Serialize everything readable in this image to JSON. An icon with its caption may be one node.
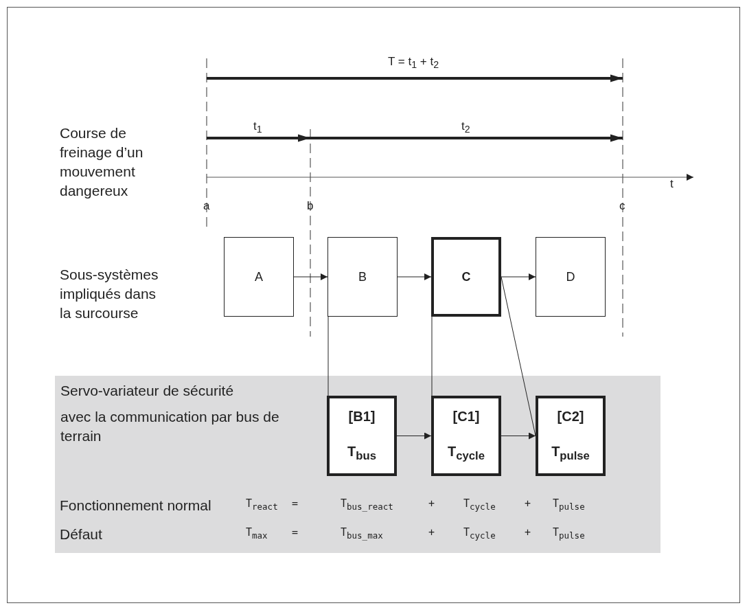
{
  "diagram": {
    "nodes": [
      {
        "text": [
          "A"
        ]
      },
      {
        "text": [
          "B"
        ]
      },
      {
        "text": [
          "C"
        ]
      },
      {
        "text": [
          "D"
        ]
      },
      {
        "text": [
          "Servo-variateur de sécurité",
          "avec la communication par bus de terrain"
        ]
      },
      {
        "text": [
          "[B1]",
          "T$_{bus}$"
        ],
        "in": 4
      },
      {
        "text": [
          "[C1]",
          "T$_{cycle}$"
        ],
        "in": 4
      },
      {
        "text": [
          "[C2]",
          "T$_{pulse}$"
        ],
        "in": 4
      }
    ],
    "edges": [
      {
        "from": 0,
        "to": 1,
        "arrow": "to"
      },
      {
        "from": 1,
        "to": 2,
        "arrow": "to"
      },
      {
        "from": 2,
        "to": 3,
        "arrow": "to"
      },
      {
        "from": 1,
        "to": 5,
        "arrow": "none"
      },
      {
        "from": 2,
        "to": 6,
        "arrow": "none"
      },
      {
        "from": 2,
        "to": 7,
        "arrow": "none"
      },
      {
        "from": 5,
        "to": 6,
        "arrow": "to"
      },
      {
        "from": 6,
        "to": 7,
        "arrow": "to"
      }
    ],
    "labels": [
      "T = t$_{1}$ + t$_{2}$",
      "Course de freinage d’un mouvement dangereux",
      "t$_{1}$",
      "t$_{2}$",
      "t",
      "a",
      "b",
      "c",
      "Sous-systèmes impliqués dans la surcourse",
      "Fonctionnement normal",
      "T$_{react}$",
      "=",
      "T$_{bus_react}$",
      "+",
      "T$_{cycle}$",
      "+",
      "T$_{pulse}$",
      "Défaut",
      "T$_{max}$",
      "=",
      "T$_{bus_max}$",
      "+",
      "T$_{cycle}$",
      "+",
      "T$_{pulse}$"
    ]
  }
}
